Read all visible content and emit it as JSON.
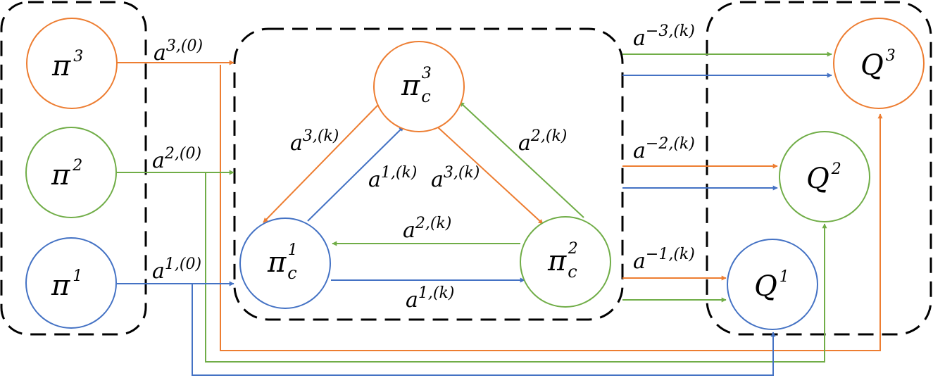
{
  "colors": {
    "agent3": "#ED7D31",
    "agent2": "#70AD47",
    "agent1": "#4472C4",
    "group_border": "#000000"
  },
  "nodes": {
    "pi3": {
      "base": "π",
      "sup": "3"
    },
    "pi2": {
      "base": "π",
      "sup": "2"
    },
    "pi1": {
      "base": "π",
      "sup": "1"
    },
    "pic3": {
      "base": "π",
      "sub": "c",
      "sup": "3"
    },
    "pic1": {
      "base": "π",
      "sub": "c",
      "sup": "1"
    },
    "pic2": {
      "base": "π",
      "sub": "c",
      "sup": "2"
    },
    "Q3": {
      "base": "Q",
      "sup": "3"
    },
    "Q2": {
      "base": "Q",
      "sup": "2"
    },
    "Q1": {
      "base": "Q",
      "sup": "1"
    }
  },
  "edge_labels": {
    "a30": {
      "base": "a",
      "sup": "3,(0)"
    },
    "a20": {
      "base": "a",
      "sup": "2,(0)"
    },
    "a10": {
      "base": "a",
      "sup": "1,(0)"
    },
    "a3k_left": {
      "base": "a",
      "sup": "3,(k)"
    },
    "a1k_mid": {
      "base": "a",
      "sup": "1,(k)"
    },
    "a3k_mid": {
      "base": "a",
      "sup": "3,(k)"
    },
    "a2k_right": {
      "base": "a",
      "sup": "2,(k)"
    },
    "a2k_top": {
      "base": "a",
      "sup": "2,(k)"
    },
    "a1k_bot": {
      "base": "a",
      "sup": "1,(k)"
    },
    "am3k": {
      "base": "a",
      "sup": "−3,(k)"
    },
    "am2k": {
      "base": "a",
      "sup": "−2,(k)"
    },
    "am1k": {
      "base": "a",
      "sup": "−1,(k)"
    }
  }
}
